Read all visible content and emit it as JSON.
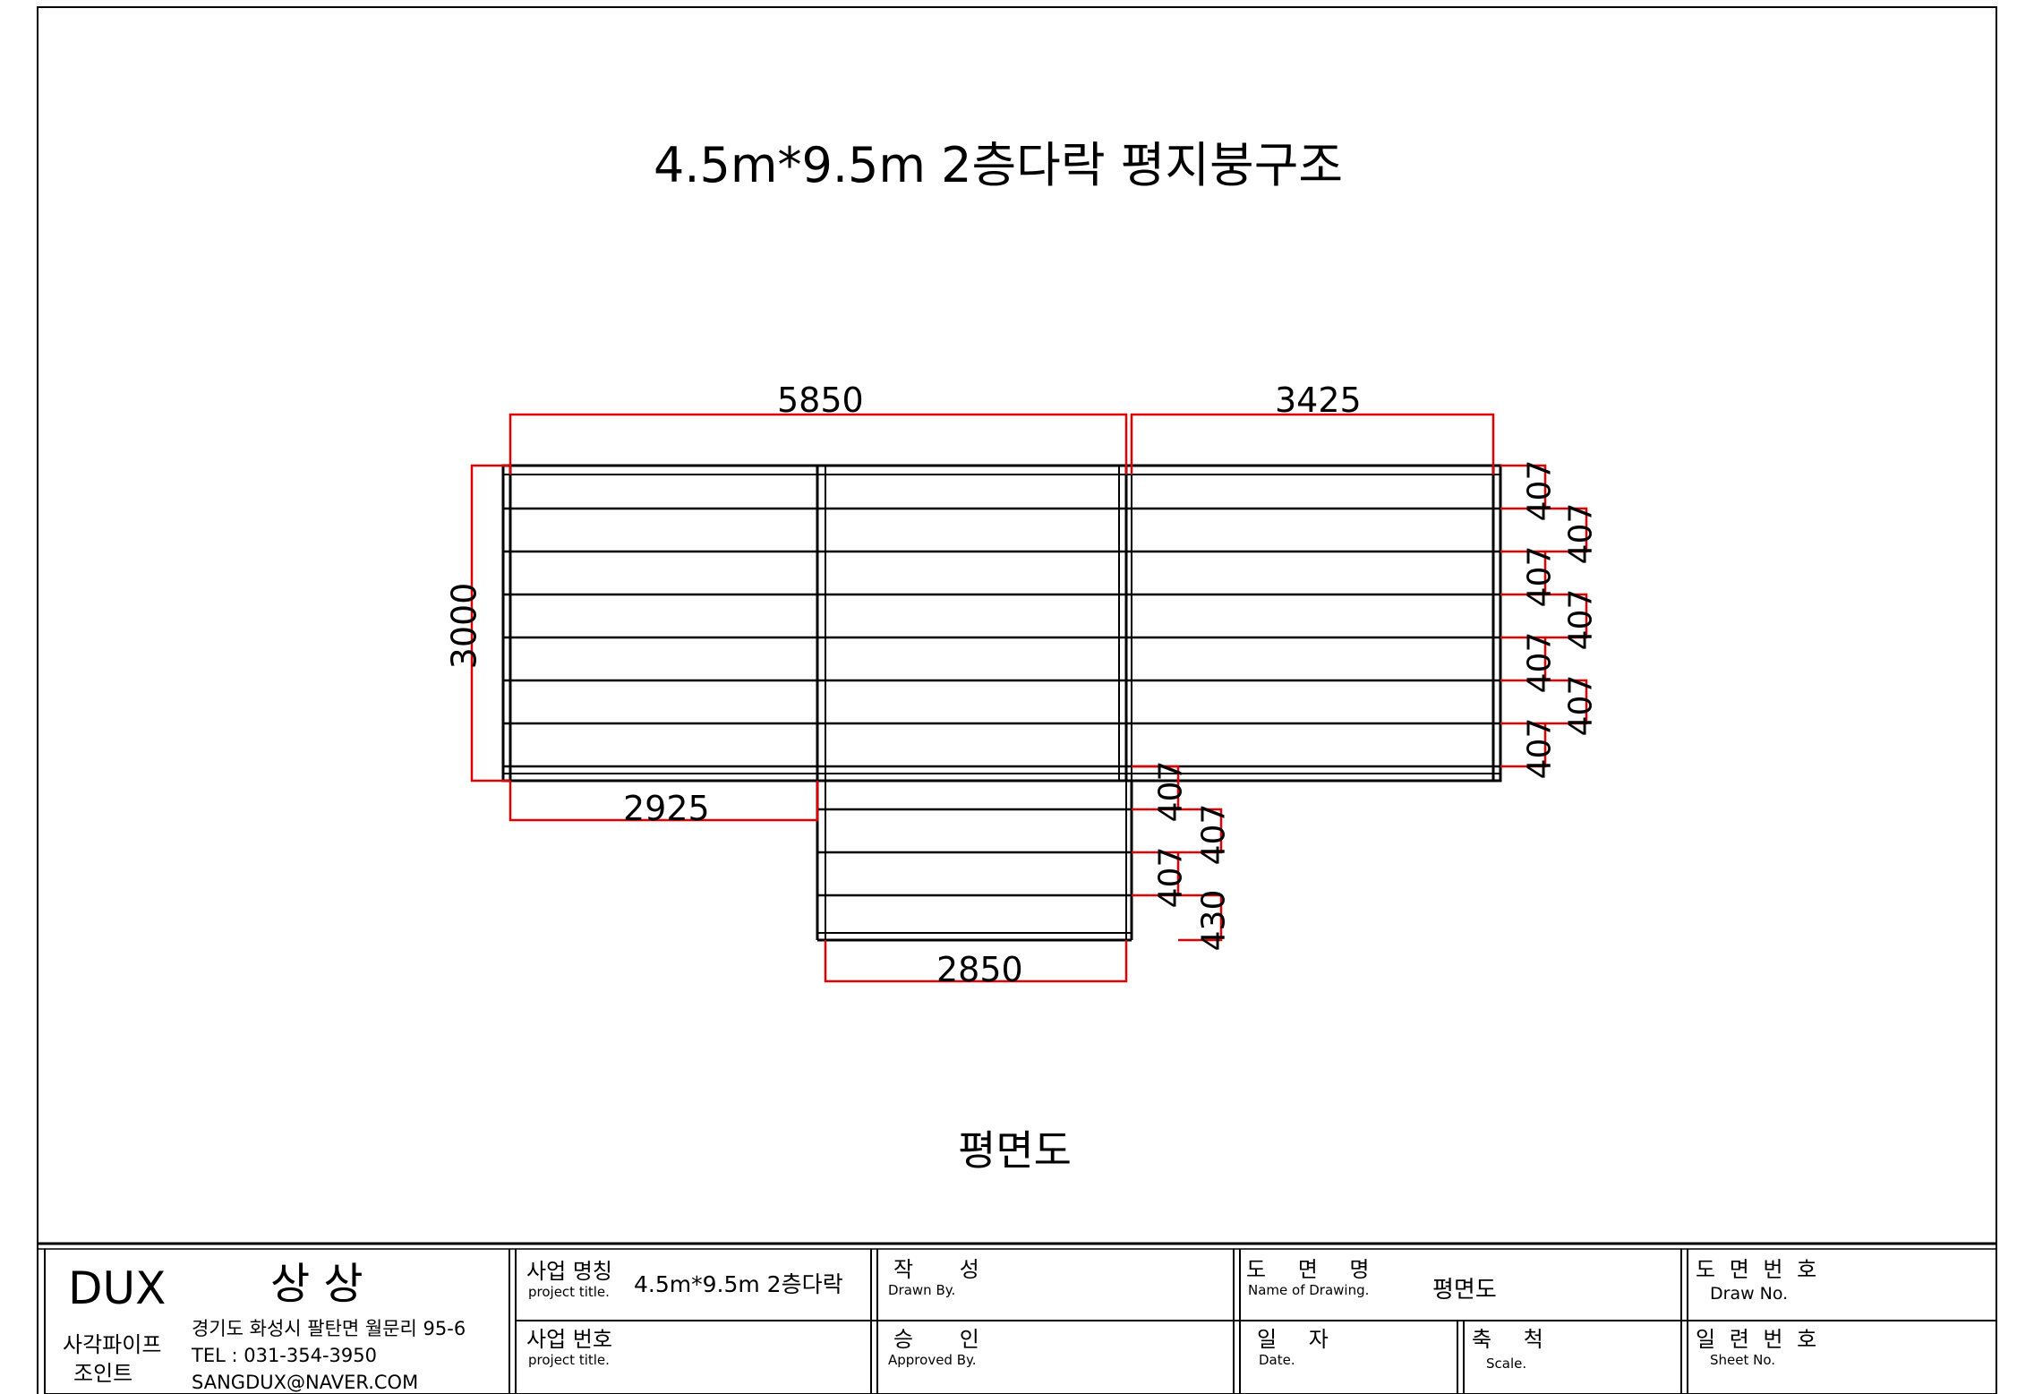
{
  "drawing": {
    "title": "4.5m*9.5m  2층다락 평지붕구조",
    "view_name": "평면도",
    "dimensions": {
      "top_left": "5850",
      "top_right": "3425",
      "left_height": "3000",
      "bottom_left": "2925",
      "bottom_extension": "2850",
      "right_inner": [
        "407",
        "407",
        "407",
        "407"
      ],
      "right_outer": [
        "407",
        "407",
        "407"
      ],
      "ext_inner": [
        "407",
        "407"
      ],
      "ext_outer": [
        "407",
        "430"
      ]
    }
  },
  "title_block": {
    "company": {
      "brand": "DUX",
      "name": "상 상",
      "product_line1": "사각파이프",
      "product_line2": "조인트",
      "address": "경기도 화성시 팔탄면 월문리 95-6",
      "phone": "TEL : 031-354-3950",
      "email": "SANGDUX@NAVER.COM"
    },
    "project_title": {
      "label": "사업 명칭",
      "sublabel": "project title.",
      "value": "4.5m*9.5m  2층다락"
    },
    "project_number": {
      "label": "사업 번호",
      "sublabel": "project title."
    },
    "drawn_by": {
      "label": "작 성",
      "sublabel": "Drawn By."
    },
    "approved_by": {
      "label": "승 인",
      "sublabel": "Approved By."
    },
    "drawing_name": {
      "label": "도 면 명",
      "sublabel": "Name of Drawing.",
      "value": "평면도"
    },
    "date": {
      "label": "일 자",
      "sublabel": "Date."
    },
    "scale": {
      "label": "축 척",
      "sublabel": "Scale."
    },
    "draw_no": {
      "label": "도 면 번 호",
      "sublabel": "Draw No."
    },
    "sheet_no": {
      "label": "일 련 번 호",
      "sublabel": "Sheet No."
    }
  },
  "colors": {
    "dimension": "#e00000",
    "line": "#000000"
  }
}
